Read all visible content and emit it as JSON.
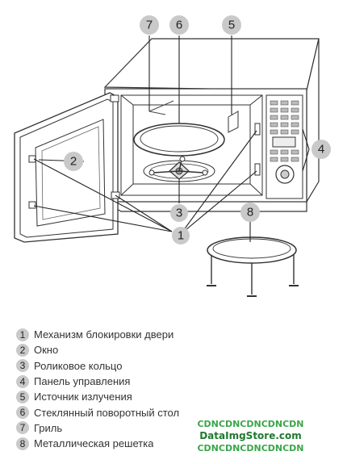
{
  "callouts": [
    "1",
    "2",
    "3",
    "4",
    "5",
    "6",
    "7",
    "8"
  ],
  "legend": [
    {
      "num": "1",
      "label": "Механизм блокировки двери"
    },
    {
      "num": "2",
      "label": "Окно"
    },
    {
      "num": "3",
      "label": "Роликовое кольцо"
    },
    {
      "num": "4",
      "label": "Панель управления"
    },
    {
      "num": "5",
      "label": "Источник излучения"
    },
    {
      "num": "6",
      "label": "Стеклянный поворотный стол"
    },
    {
      "num": "7",
      "label": "Гриль"
    },
    {
      "num": "8",
      "label": "Металлическая решетка"
    }
  ],
  "watermark": {
    "line1": "CDNCDNCDNCDNCDN",
    "line2": "DataImgStore.com",
    "line3": "CDNCDNCDNCDNCDN"
  }
}
